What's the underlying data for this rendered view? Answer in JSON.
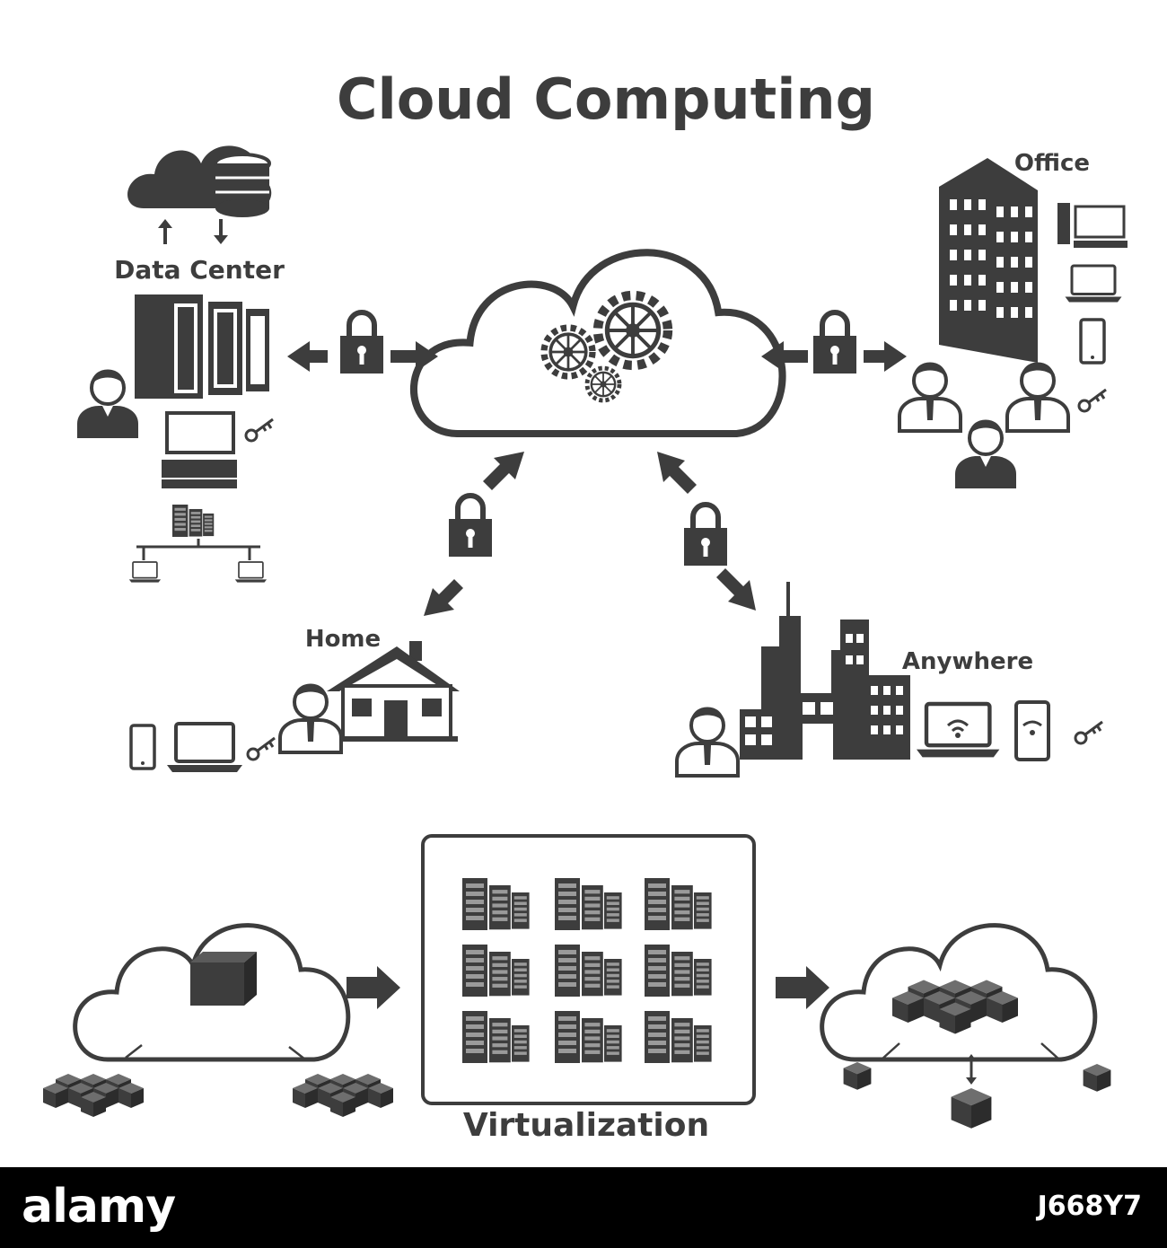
{
  "title": "Cloud Computing",
  "nodes": {
    "data_center": "Data Center",
    "office": "Office",
    "home": "Home",
    "anywhere": "Anywhere"
  },
  "virtualization_label": "Virtualization",
  "footer": {
    "brand": "alamy",
    "image_code": "J668Y7"
  },
  "colors": {
    "icon": "#3d3d3d",
    "background": "#ffffff",
    "footer": "#000000"
  }
}
